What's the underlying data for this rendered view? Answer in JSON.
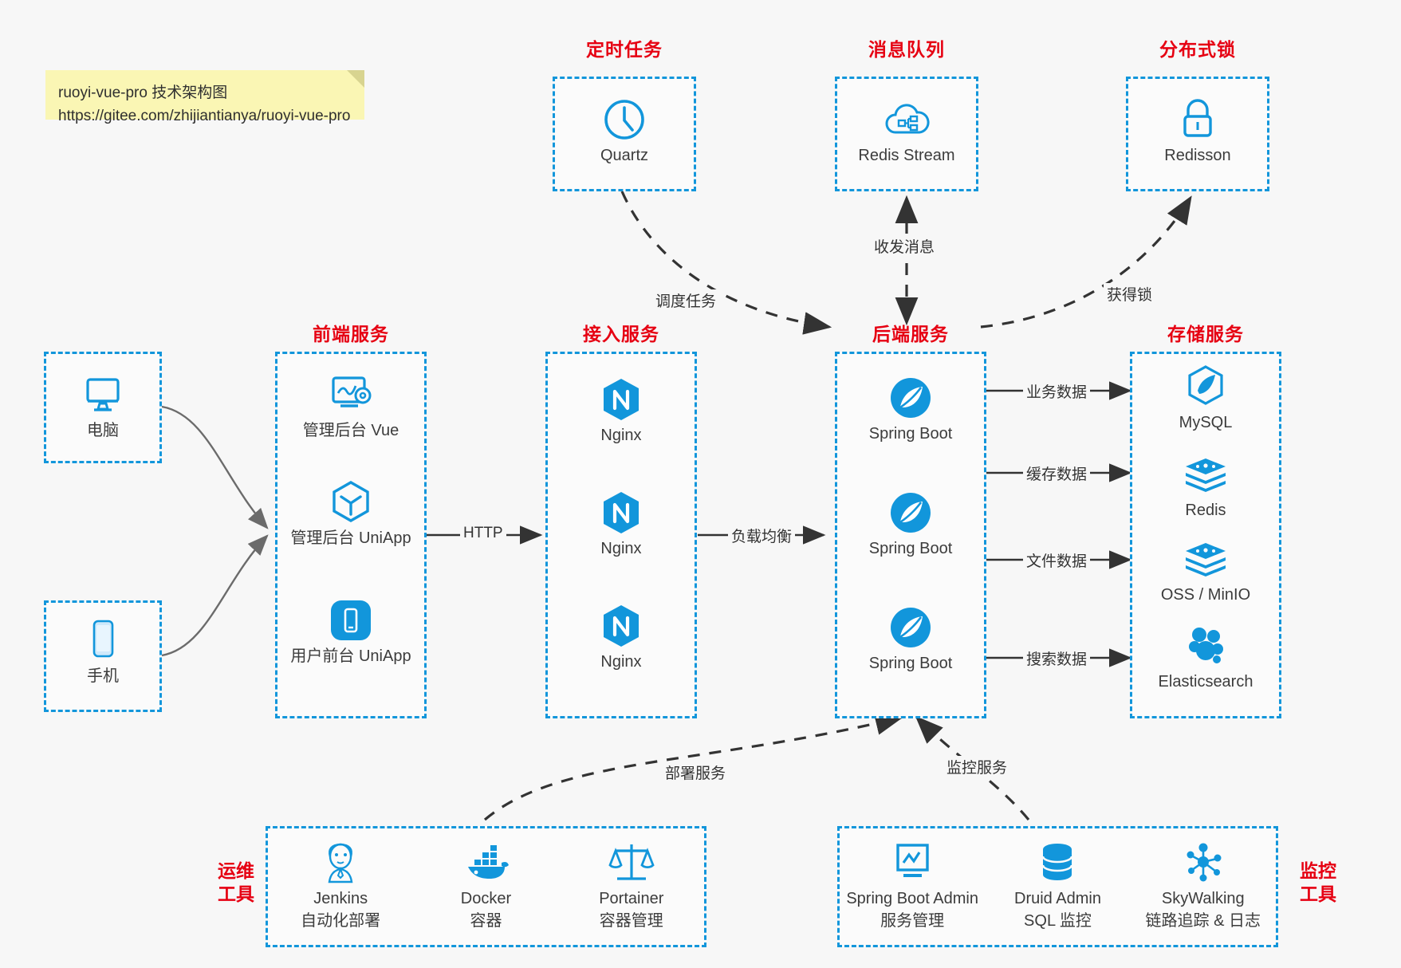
{
  "note": {
    "line1": "ruoyi-vue-pro 技术架构图",
    "line2": "https://gitee.com/zhijiantianya/ruoyi-vue-pro"
  },
  "colors": {
    "accent": "#1296db",
    "title_red": "#e60012",
    "text": "#3c3c3c",
    "background": "#f7f7f7",
    "note_bg": "#faf6b4",
    "arrow": "#333333"
  },
  "groups": {
    "scheduler": {
      "title": "定时任务",
      "items": [
        {
          "icon": "clock-icon",
          "label": "Quartz"
        }
      ]
    },
    "mq": {
      "title": "消息队列",
      "items": [
        {
          "icon": "cloud-stream-icon",
          "label": "Redis Stream"
        }
      ]
    },
    "lock": {
      "title": "分布式锁",
      "items": [
        {
          "icon": "lock-icon",
          "label": "Redisson"
        }
      ]
    },
    "clients": {
      "items": [
        {
          "icon": "desktop-icon",
          "label": "电脑"
        },
        {
          "icon": "mobile-icon",
          "label": "手机"
        }
      ]
    },
    "frontend": {
      "title": "前端服务",
      "items": [
        {
          "icon": "dashboard-icon",
          "label": "管理后台 Vue"
        },
        {
          "icon": "cube-icon",
          "label": "管理后台 UniApp"
        },
        {
          "icon": "app-icon",
          "label": "用户前台 UniApp"
        }
      ]
    },
    "gateway": {
      "title": "接入服务",
      "items": [
        {
          "icon": "nginx-icon",
          "label": "Nginx"
        },
        {
          "icon": "nginx-icon",
          "label": "Nginx"
        },
        {
          "icon": "nginx-icon",
          "label": "Nginx"
        }
      ]
    },
    "backend": {
      "title": "后端服务",
      "items": [
        {
          "icon": "spring-icon",
          "label": "Spring Boot"
        },
        {
          "icon": "spring-icon",
          "label": "Spring Boot"
        },
        {
          "icon": "spring-icon",
          "label": "Spring Boot"
        }
      ]
    },
    "storage": {
      "title": "存储服务",
      "items": [
        {
          "icon": "mysql-icon",
          "label": "MySQL"
        },
        {
          "icon": "redis-icon",
          "label": "Redis"
        },
        {
          "icon": "redis-icon",
          "label": "OSS / MinIO"
        },
        {
          "icon": "elasticsearch-icon",
          "label": "Elasticsearch"
        }
      ]
    },
    "devops": {
      "title": "运维\n工具",
      "title_line1": "运维",
      "title_line2": "工具",
      "items": [
        {
          "icon": "jenkins-icon",
          "label": "Jenkins",
          "sub": "自动化部署"
        },
        {
          "icon": "docker-icon",
          "label": "Docker",
          "sub": "容器"
        },
        {
          "icon": "portainer-icon",
          "label": "Portainer",
          "sub": "容器管理"
        }
      ]
    },
    "monitor": {
      "title_line1": "监控",
      "title_line2": "工具",
      "items": [
        {
          "icon": "monitor-screen-icon",
          "label": "Spring Boot Admin",
          "sub": "服务管理"
        },
        {
          "icon": "database-icon",
          "label": "Druid Admin",
          "sub": "SQL 监控"
        },
        {
          "icon": "skywalking-icon",
          "label": "SkyWalking",
          "sub": "链路追踪 & 日志"
        }
      ]
    }
  },
  "edges": [
    {
      "id": "schedule",
      "label": "调度任务"
    },
    {
      "id": "mq-exchange",
      "label": "收发消息"
    },
    {
      "id": "get-lock",
      "label": "获得锁"
    },
    {
      "id": "http",
      "label": "HTTP"
    },
    {
      "id": "lb",
      "label": "负载均衡"
    },
    {
      "id": "biz-data",
      "label": "业务数据"
    },
    {
      "id": "cache-data",
      "label": "缓存数据"
    },
    {
      "id": "file-data",
      "label": "文件数据"
    },
    {
      "id": "search-data",
      "label": "搜索数据"
    },
    {
      "id": "deploy",
      "label": "部署服务"
    },
    {
      "id": "observe",
      "label": "监控服务"
    }
  ]
}
